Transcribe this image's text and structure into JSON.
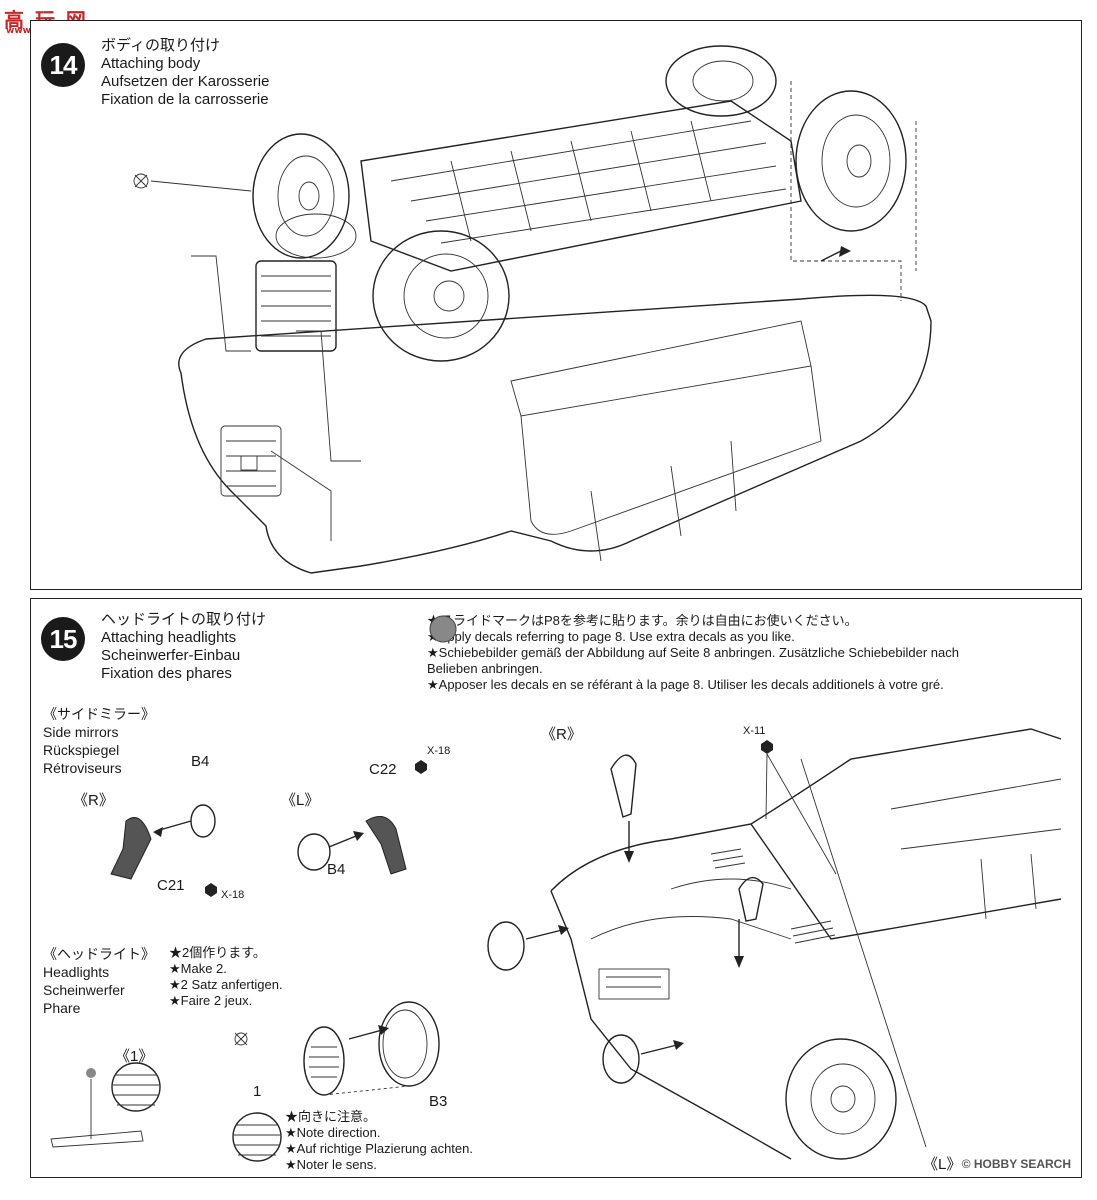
{
  "watermark": {
    "logo_text": "高 玩 网",
    "url": "www.gaoshou.com"
  },
  "footer": {
    "text": "© HOBBY SEARCH"
  },
  "step14": {
    "number": "14",
    "title_jp": "ボディの取り付け",
    "title_en": "Attaching body",
    "title_de": "Aufsetzen der Karosserie",
    "title_fr": "Fixation de la carrosserie"
  },
  "step15": {
    "number": "15",
    "title_jp": "ヘッドライトの取り付け",
    "title_en": "Attaching headlights",
    "title_de": "Scheinwerfer-Einbau",
    "title_fr": "Fixation des phares",
    "decal_note": {
      "jp": "★スライドマークはP8を参考に貼ります。余りは自由にお使いください。",
      "en": "★Apply decals referring to page 8. Use extra decals as you like.",
      "de1": "★Schiebebilder gemäß der Abbildung auf Seite 8 anbringen. Zusätzliche Schiebebilder nach",
      "de2": "Belieben anbringen.",
      "fr": "★Apposer les decals en se référant à la page 8. Utiliser les decals additionels à votre gré."
    },
    "side_mirrors": {
      "jp": "《サイドミラー》",
      "en": "Side mirrors",
      "de": "Rückspiegel",
      "fr": "Rétroviseurs",
      "r_label": "《R》",
      "l_label": "《L》",
      "parts": {
        "b4_top": "B4",
        "c21": "C21",
        "x18_a": "X-18",
        "c22": "C22",
        "x18_b": "X-18",
        "b4_bottom": "B4"
      }
    },
    "headlights": {
      "jp": "《ヘッドライト》",
      "en": "Headlights",
      "de": "Scheinwerfer",
      "fr": "Phare",
      "make_note": {
        "jp": "★2個作ります。",
        "en": "★Make 2.",
        "de": "★2 Satz anfertigen.",
        "fr": "★Faire 2 jeux."
      },
      "parts": {
        "part1": "1",
        "b3": "B3"
      },
      "detail_label": "《1》",
      "direction_note": {
        "jp": "★向きに注意。",
        "en": "★Note direction.",
        "de": "★Auf richtige Plazierung achten.",
        "fr": "★Noter le sens."
      }
    },
    "car_view": {
      "r_label": "《R》",
      "l_label": "《L》",
      "x11": "X-11"
    }
  }
}
